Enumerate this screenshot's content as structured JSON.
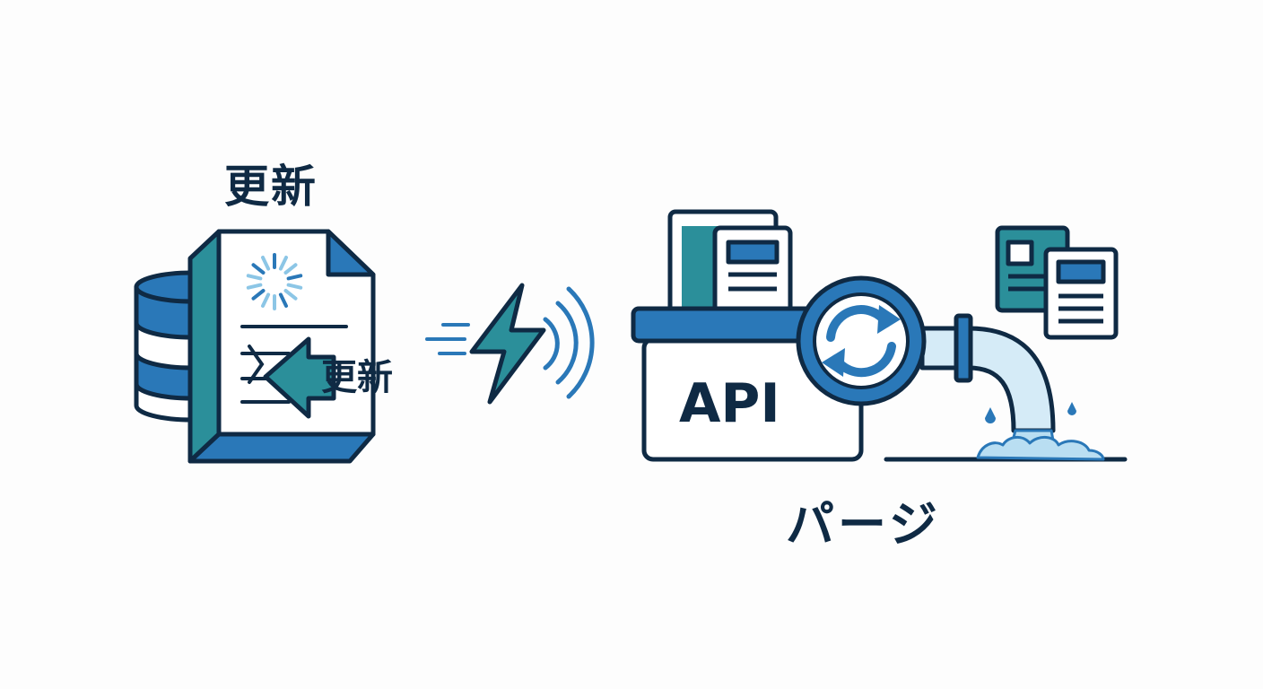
{
  "update_section": {
    "title": "更新",
    "doc_label": "更新"
  },
  "purge_section": {
    "title": "パージ",
    "api_label": "API"
  },
  "icons": {
    "database": "database-icon",
    "document": "document-icon",
    "loading": "loading-spinner-icon",
    "arrow": "left-arrow-icon",
    "lightning": "lightning-icon",
    "signal": "signal-waves-icon",
    "api_box": "api-box-icon",
    "sync": "sync-icon",
    "pipe": "pipe-icon",
    "documents": "documents-icon"
  },
  "colors": {
    "navy": "#0f2a44",
    "blue": "#2a78b8",
    "teal": "#2b8f9a",
    "light_blue": "#b9def2"
  }
}
